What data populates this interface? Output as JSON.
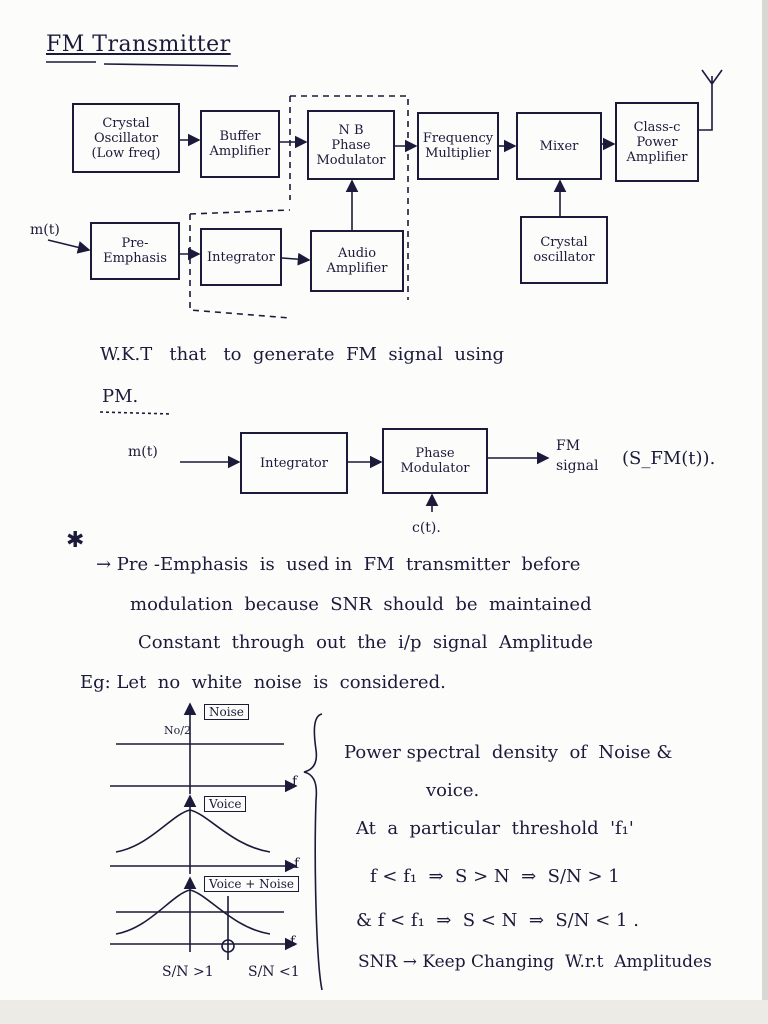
{
  "title": "FM Transmitter",
  "blocks": {
    "crystal_osc_low": "Crystal\nOscillator\n(Low freq)",
    "buffer_amp": "Buffer\nAmplifier",
    "nb_phase_mod": "N B\nPhase\nModulator",
    "freq_mult": "Frequency\nMultiplier",
    "mixer": "Mixer",
    "class_c": "Class-c\nPower\nAmplifier",
    "pre_emphasis": "Pre-\nEmphasis",
    "integrator": "Integrator",
    "audio_amp": "Audio\nAmplifier",
    "crystal_osc": "Crystal\noscillator",
    "integrator2": "Integrator",
    "phase_mod2": "Phase\nModulator"
  },
  "labels": {
    "mt_input_1": "m(t)",
    "mt_input_2": "m(t)",
    "fm_signal": "FM\nsignal",
    "fm_signal_sym": "(S_FM(t)).",
    "ct": "c(t)."
  },
  "text": {
    "wkt_line1": "W.K.T   that   to  generate  FM  signal  using",
    "wkt_line2": "PM.",
    "bullet_mark": "✱",
    "pre_line1": "→ Pre -Emphasis  is  used in  FM  transmitter  before",
    "pre_line2": "modulation  because  SNR  should  be  maintained",
    "pre_line3": "Constant  through  out  the  i/p  signal  Amplitude",
    "pre_line4": "Eg: Let  no  white  noise  is  considered.",
    "psd_line1": "Power spectral  density  of  Noise &",
    "psd_line2": "voice.",
    "thr_line": "At  a  particular  threshold  'f₁'",
    "cond1": "f < f₁  ⇒  S > N  ⇒  S/N > 1",
    "cond2": "& f < f₁  ⇒  S < N  ⇒  S/N < 1 .",
    "snr_line": "SNR → Keep Changing  W.r.t  Amplitudes"
  },
  "plots": {
    "noise_label": "Noise",
    "noise_axis_label": "No/2",
    "voice_label": "Voice",
    "voice_noise_label": "Voice + Noise",
    "f_label": "f",
    "snr_gt": "S/N >1",
    "snr_lt": "S/N <1"
  },
  "colors": {
    "ink": "#1c1a3a",
    "paper": "#fcfcfa"
  }
}
